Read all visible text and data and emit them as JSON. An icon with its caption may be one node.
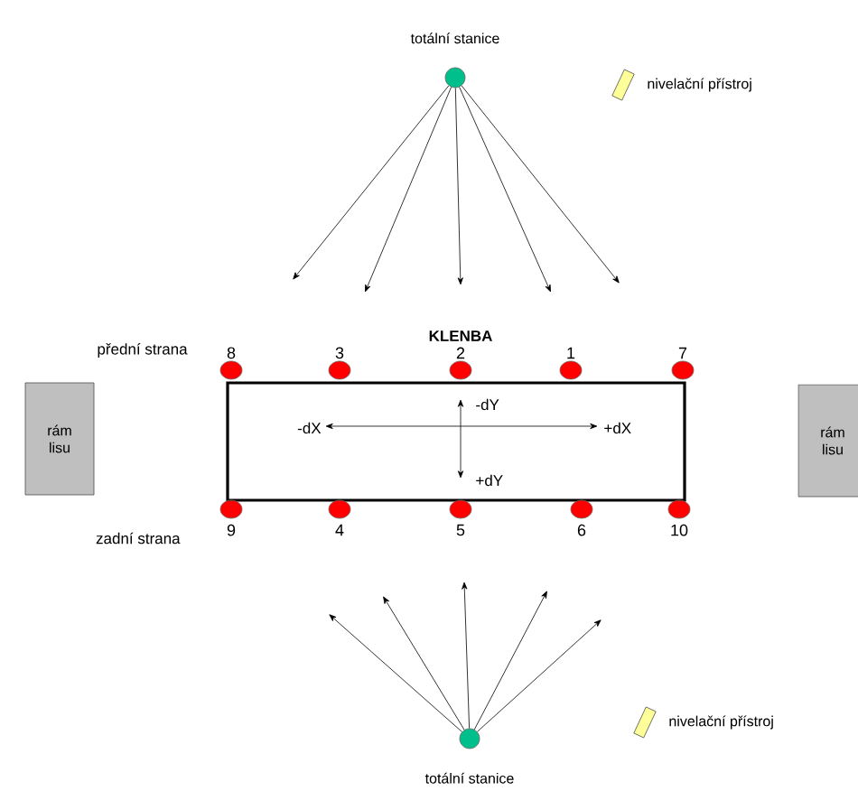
{
  "diagram": {
    "nodes": [
      {
        "text": [],
        "shape": "circle",
        "beside": [
          "totální stanice"
        ]
      },
      {
        "text": [],
        "shape": "box",
        "beside": [
          "nivelační přístroj"
        ]
      },
      {
        "text": [
          "KLENBA"
        ]
      },
      {
        "text": [],
        "shape": "circle",
        "beside": [
          "8"
        ]
      },
      {
        "text": [],
        "shape": "circle",
        "beside": [
          "3"
        ]
      },
      {
        "text": [],
        "shape": "circle",
        "beside": [
          "2"
        ]
      },
      {
        "text": [],
        "shape": "circle",
        "beside": [
          "1"
        ]
      },
      {
        "text": [],
        "shape": "circle",
        "beside": [
          "7"
        ]
      },
      {
        "text": [
          "rám lisu"
        ]
      },
      {
        "text": [
          "rám lisu"
        ]
      },
      {
        "text": [],
        "shape": "circle",
        "beside": [
          "9"
        ]
      },
      {
        "text": [],
        "shape": "circle",
        "beside": [
          "4"
        ]
      },
      {
        "text": [],
        "shape": "circle",
        "beside": [
          "5"
        ]
      },
      {
        "text": [],
        "shape": "circle",
        "beside": [
          "6"
        ]
      },
      {
        "text": [],
        "shape": "circle",
        "beside": [
          "10"
        ]
      },
      {
        "text": [],
        "shape": "box",
        "beside": [
          "nivelační přístroj"
        ]
      },
      {
        "text": [],
        "shape": "circle",
        "beside": [
          "totální stanice"
        ]
      }
    ],
    "edges": [
      {
        "from": 0,
        "to": null,
        "arrow": "to"
      },
      {
        "from": 0,
        "to": null,
        "arrow": "to"
      },
      {
        "from": 0,
        "to": null,
        "arrow": "to"
      },
      {
        "from": 0,
        "to": null,
        "arrow": "to"
      },
      {
        "from": 0,
        "to": null,
        "arrow": "to"
      },
      {
        "from": 16,
        "to": null,
        "arrow": "to"
      },
      {
        "from": 16,
        "to": null,
        "arrow": "to"
      },
      {
        "from": 16,
        "to": null,
        "arrow": "to"
      },
      {
        "from": 16,
        "to": null,
        "arrow": "to"
      },
      {
        "from": 16,
        "to": null,
        "arrow": "to"
      }
    ],
    "labels": [
      "přední strana",
      "-dY",
      "-dX",
      "+dX",
      "+dY",
      "zadní strana"
    ]
  }
}
